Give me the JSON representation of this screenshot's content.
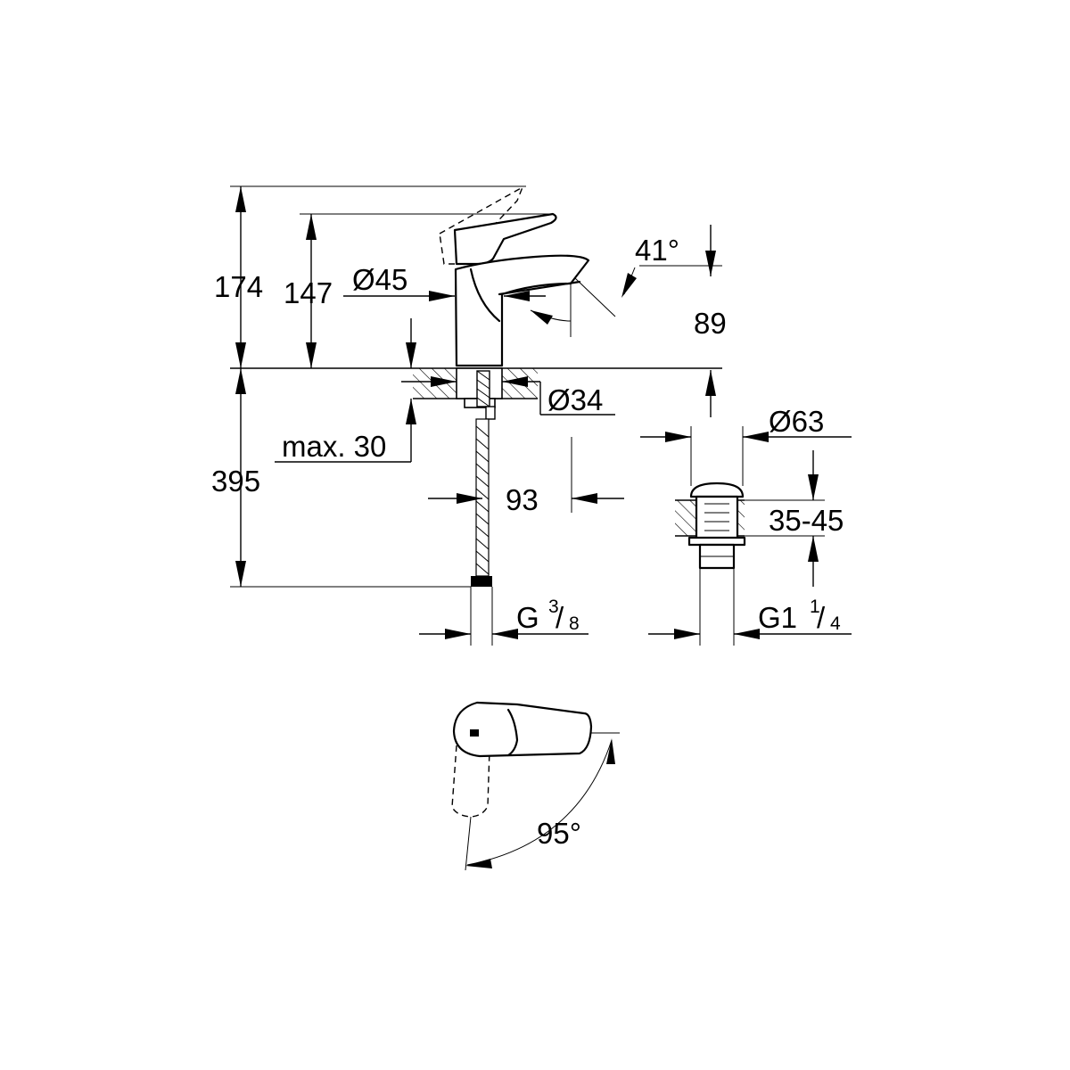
{
  "figure": "faucet technical drawing",
  "dimensions": {
    "total_height": "174",
    "handle_height": "147",
    "spout_diameter": "Ø45",
    "spout_angle": "41°",
    "spout_height": "89",
    "hole_diameter": "Ø34",
    "deck_thickness": "max. 30",
    "hose_length": "395",
    "spout_reach": "93",
    "waste_diameter": "Ø63",
    "waste_range": "35-45",
    "inlet_thread": {
      "base": "G",
      "num": "3",
      "den": "8"
    },
    "waste_thread": {
      "base": "G1",
      "num": "1",
      "den": "4"
    },
    "handle_rotation": "95°"
  }
}
